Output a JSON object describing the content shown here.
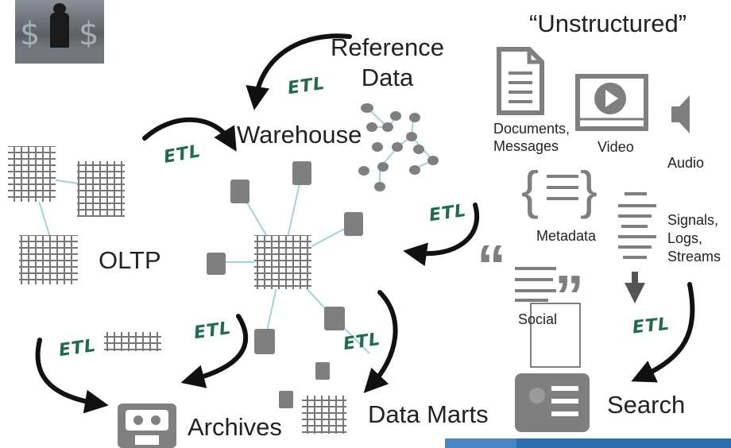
{
  "labels": {
    "reference_data": "Reference\nData",
    "warehouse": "Warehouse",
    "oltp": "OLTP",
    "archives": "Archives",
    "data_marts": "Data Marts",
    "search": "Search",
    "unstructured": "“Unstructured”",
    "documents": "Documents,\nMessages",
    "video": "Video",
    "audio": "Audio",
    "metadata": "Metadata",
    "signals": "Signals,\nLogs,\nStreams",
    "social": "Social"
  },
  "etl_label": "ETL",
  "colors": {
    "node": "#7f7f7f",
    "link": "#9fd3dd",
    "arrow": "#111111",
    "etl_text": "#1f6b4d",
    "accent_bar": "#2f6db0"
  },
  "icons": [
    "businessman-photo",
    "document-icon",
    "video-player-icon",
    "speaker-icon",
    "metadata-braces-icon",
    "signal-lines-icon",
    "quote-icon",
    "search-card-icon",
    "archive-tape-icon",
    "grid-table-icon"
  ]
}
